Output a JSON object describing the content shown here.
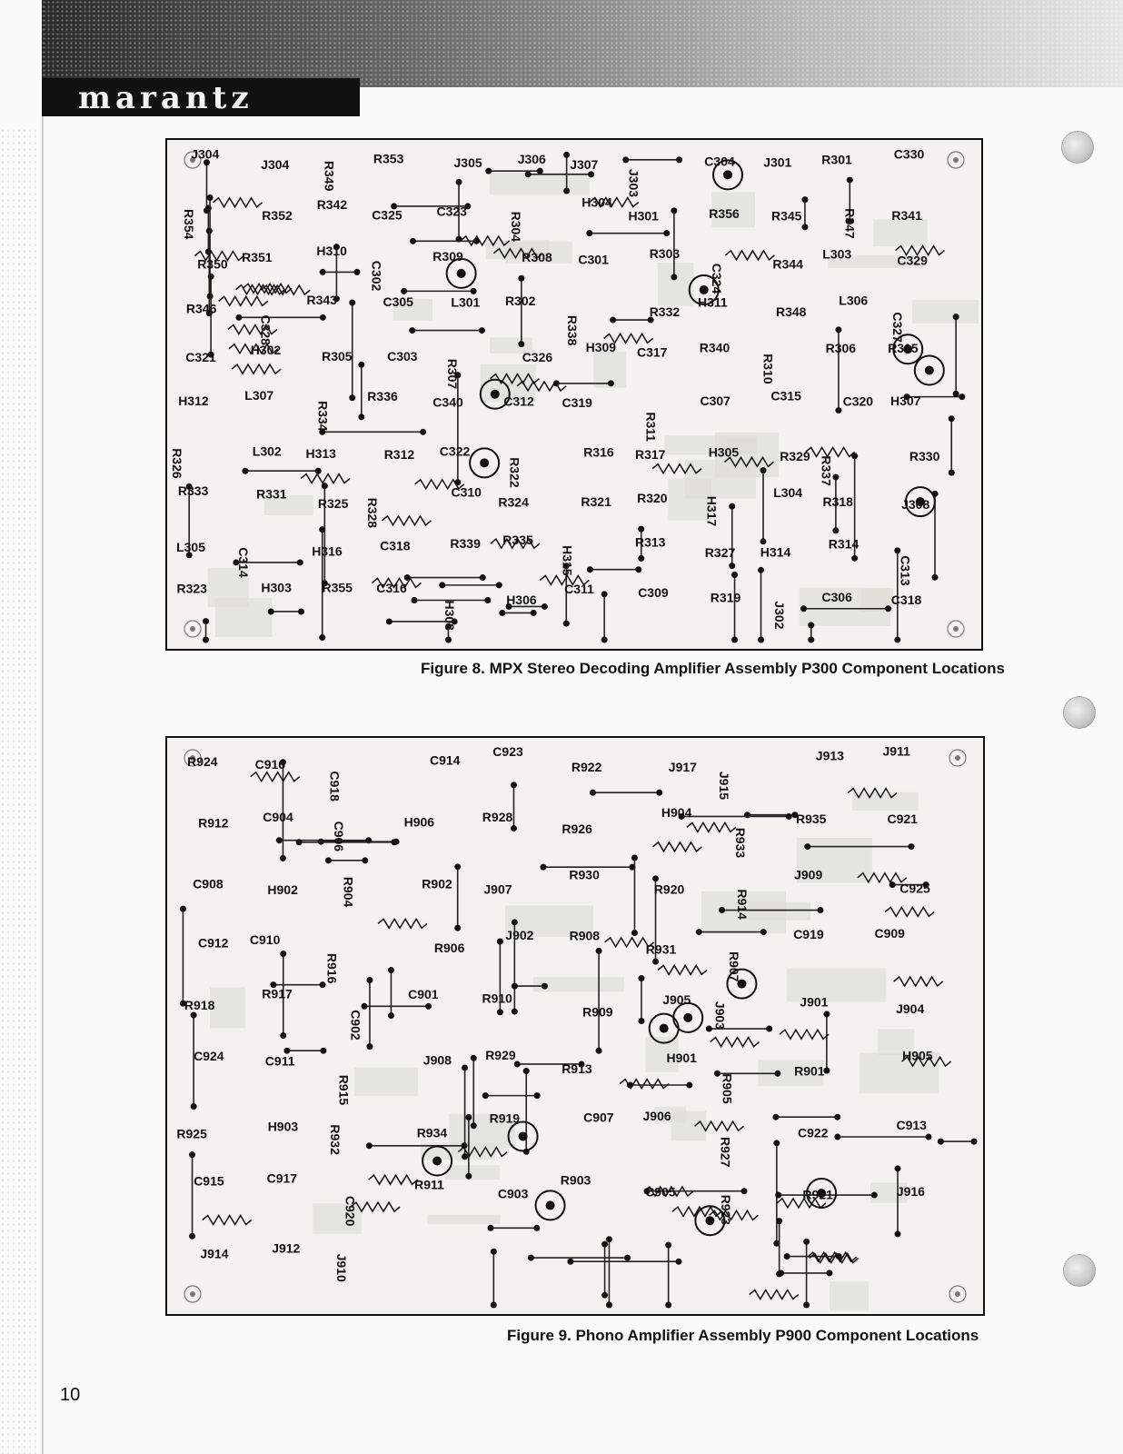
{
  "header": {
    "logo": "marantz"
  },
  "figure8": {
    "caption": "Figure 8.  MPX Stereo Decoding Amplifier Assembly P300 Component Locations",
    "labels": [
      "J304",
      "J304",
      "R349",
      "R353",
      "J305",
      "J306",
      "J307",
      "J303",
      "C304",
      "J301",
      "R301",
      "C330",
      "R354",
      "R352",
      "R342",
      "C325",
      "C323",
      "R304",
      "H304",
      "H301",
      "R356",
      "R345",
      "R347",
      "R341",
      "R350",
      "R351",
      "H310",
      "C302",
      "R309",
      "R308",
      "C301",
      "R303",
      "C324",
      "R344",
      "L303",
      "C329",
      "R346",
      "C328",
      "R343",
      "C305",
      "L301",
      "R302",
      "R338",
      "R332",
      "H311",
      "R348",
      "L306",
      "C327",
      "C321",
      "H302",
      "R305",
      "C303",
      "R307",
      "C326",
      "H309",
      "C317",
      "R340",
      "R310",
      "R306",
      "R315",
      "H312",
      "L307",
      "R334",
      "R336",
      "C340",
      "C312",
      "C319",
      "R311",
      "C307",
      "C315",
      "C320",
      "H307",
      "R326",
      "L302",
      "H313",
      "R312",
      "C322",
      "R322",
      "R316",
      "R317",
      "H305",
      "R329",
      "R337",
      "R330",
      "R333",
      "R331",
      "R325",
      "R328",
      "C310",
      "R324",
      "R321",
      "R320",
      "H317",
      "L304",
      "R318",
      "J308",
      "L305",
      "C314",
      "H316",
      "C318",
      "R339",
      "R335",
      "H315",
      "R313",
      "R327",
      "H314",
      "R314",
      "C313",
      "R323",
      "H303",
      "R355",
      "C316",
      "H308",
      "H306",
      "C311",
      "C309",
      "R319",
      "J302",
      "C306",
      "C318"
    ]
  },
  "figure9": {
    "caption": "Figure 9.  Phono Amplifier Assembly P900 Component Locations",
    "labels": [
      "R924",
      "C916",
      "C918",
      "C914",
      "C923",
      "R922",
      "J917",
      "J915",
      "J913",
      "J911",
      "R912",
      "C904",
      "C906",
      "H906",
      "R928",
      "R926",
      "H904",
      "R933",
      "R935",
      "C921",
      "C908",
      "H902",
      "R904",
      "R902",
      "J907",
      "R930",
      "R920",
      "R914",
      "J909",
      "C925",
      "C912",
      "C910",
      "R916",
      "R906",
      "J902",
      "R908",
      "R931",
      "R907",
      "C919",
      "C909",
      "R918",
      "R917",
      "C902",
      "C901",
      "R910",
      "R909",
      "J905",
      "J903",
      "J901",
      "J904",
      "C924",
      "C911",
      "R915",
      "J908",
      "R929",
      "R913",
      "H901",
      "R905",
      "R901",
      "H905",
      "R925",
      "H903",
      "R932",
      "R934",
      "R919",
      "C907",
      "J906",
      "R927",
      "C922",
      "C913",
      "C915",
      "C917",
      "C920",
      "R911",
      "C903",
      "R903",
      "C905",
      "R923",
      "R921",
      "J916",
      "J914",
      "J912",
      "J910"
    ]
  },
  "page_number": "10"
}
